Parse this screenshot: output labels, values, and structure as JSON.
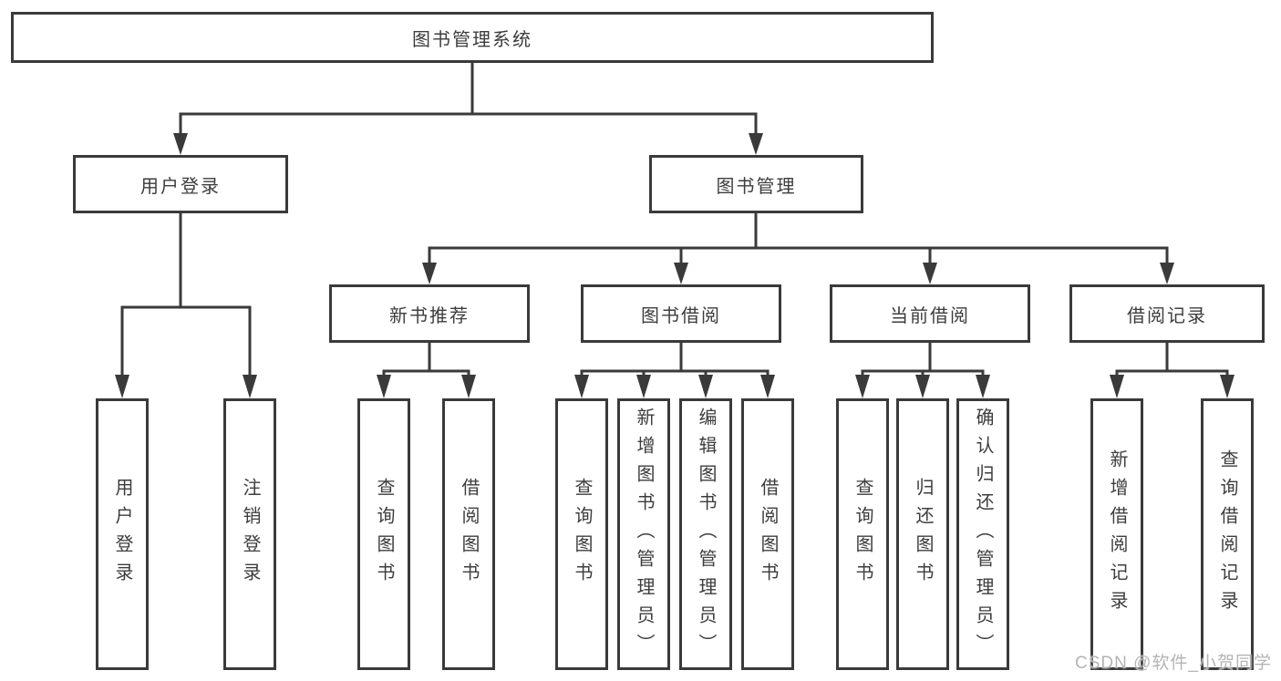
{
  "colors": {
    "line": "#3a3a3a",
    "text": "#3d3d3d",
    "box_bg": "#ffffff",
    "background": "#ffffff",
    "watermark": "#b4b4b4"
  },
  "watermark": {
    "text": "CSDN @软件_小贺同学"
  },
  "diagram": {
    "root": {
      "label": "图书管理系统"
    },
    "level2": [
      {
        "id": "user-login",
        "label": "用户登录",
        "parent": "图书管理系统"
      },
      {
        "id": "book-management",
        "label": "图书管理",
        "parent": "图书管理系统"
      }
    ],
    "level3": [
      {
        "id": "new-book-recommend",
        "label": "新书推荐",
        "parent": "图书管理"
      },
      {
        "id": "book-borrow",
        "label": "图书借阅",
        "parent": "图书管理"
      },
      {
        "id": "current-borrow",
        "label": "当前借阅",
        "parent": "图书管理"
      },
      {
        "id": "borrow-records",
        "label": "借阅记录",
        "parent": "图书管理"
      }
    ],
    "leaves": [
      {
        "label": "用户登录",
        "parent": "用户登录"
      },
      {
        "label": "注销登录",
        "parent": "用户登录"
      },
      {
        "label": "查询图书",
        "parent": "新书推荐"
      },
      {
        "label": "借阅图书",
        "parent": "新书推荐"
      },
      {
        "label": "查询图书",
        "parent": "图书借阅"
      },
      {
        "label": "新增图书（管理员）",
        "parent": "图书借阅"
      },
      {
        "label": "编辑图书（管理员）",
        "parent": "图书借阅"
      },
      {
        "label": "借阅图书",
        "parent": "图书借阅"
      },
      {
        "label": "查询图书",
        "parent": "当前借阅"
      },
      {
        "label": "归还图书",
        "parent": "当前借阅"
      },
      {
        "label": "确认归还（管理员）",
        "parent": "当前借阅"
      },
      {
        "label": "新增借阅记录",
        "parent": "借阅记录"
      },
      {
        "label": "查询借阅记录",
        "parent": "借阅记录"
      }
    ]
  }
}
